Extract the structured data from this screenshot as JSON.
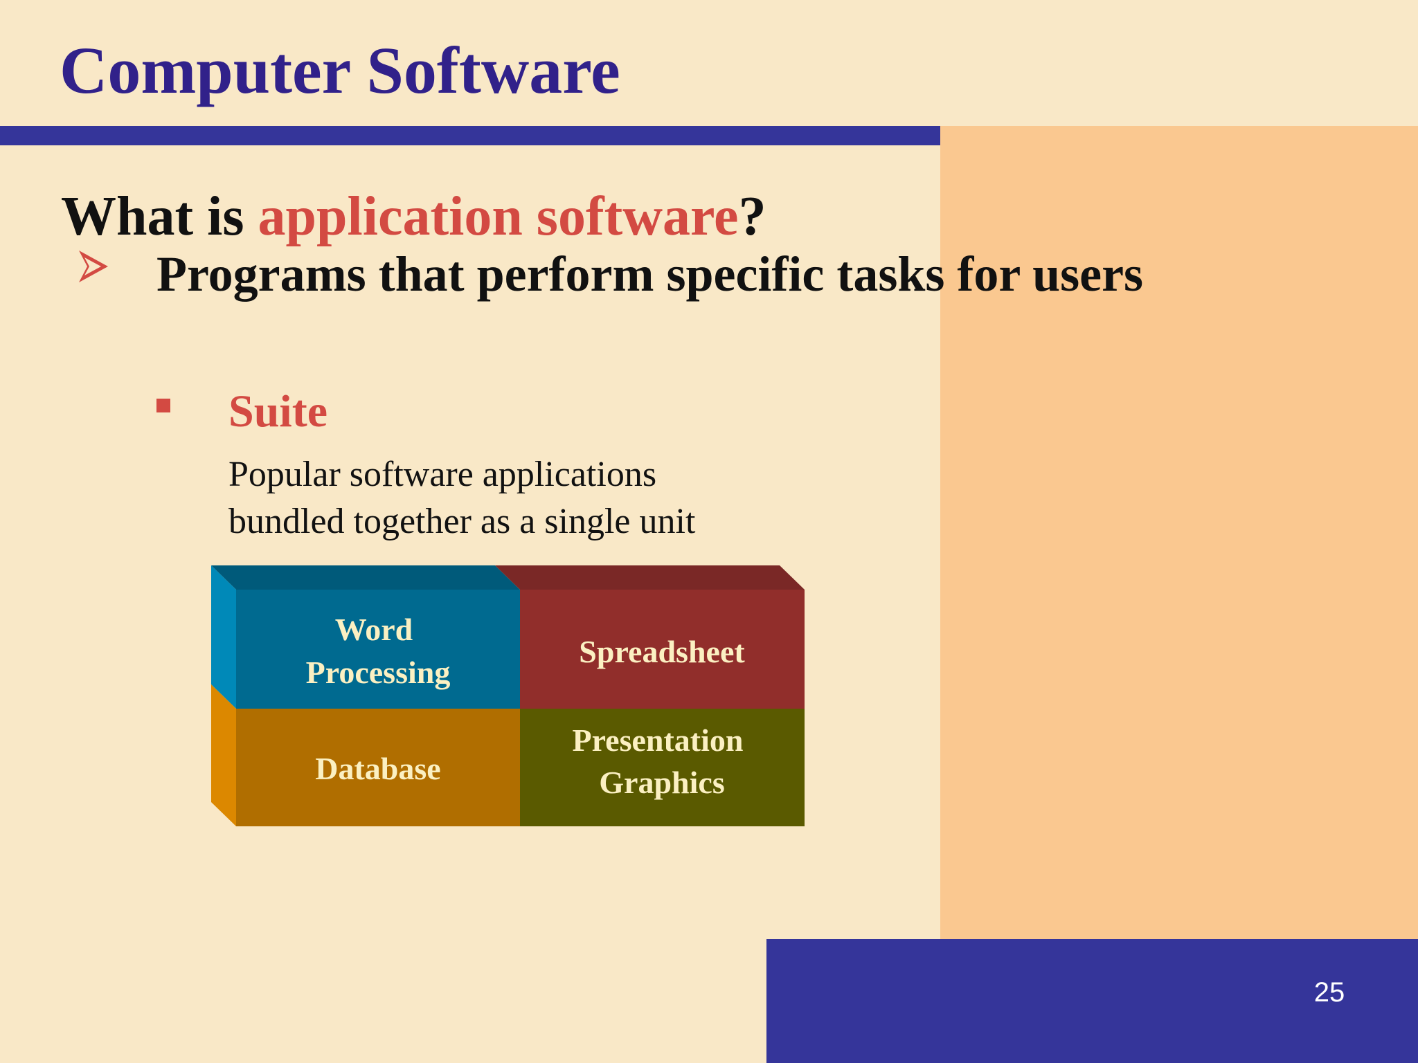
{
  "slide": {
    "title": "Computer Software",
    "page_number": "25"
  },
  "question": {
    "prefix": "What is ",
    "highlight": "application software",
    "suffix": "?"
  },
  "bullet": {
    "text": "Programs that perform specific tasks for users"
  },
  "suite": {
    "label": "Suite",
    "description_lines": [
      "Popular software applications",
      "bundled together as a single unit"
    ]
  },
  "suite_blocks": {
    "word_processing": [
      "Word",
      "Processing"
    ],
    "spreadsheet": "Spreadsheet",
    "database": "Database",
    "presentation_graphics": [
      "Presentation",
      "Graphics"
    ]
  },
  "colors": {
    "background": "#f9e8c7",
    "accent_panel": "#fac890",
    "navy": "#35359a",
    "title_purple": "#31218a",
    "highlight_red": "#d34a42",
    "word_processing": "#006a90",
    "spreadsheet": "#912e2b",
    "database": "#b06e00",
    "presentation_graphics": "#5a5a00"
  }
}
